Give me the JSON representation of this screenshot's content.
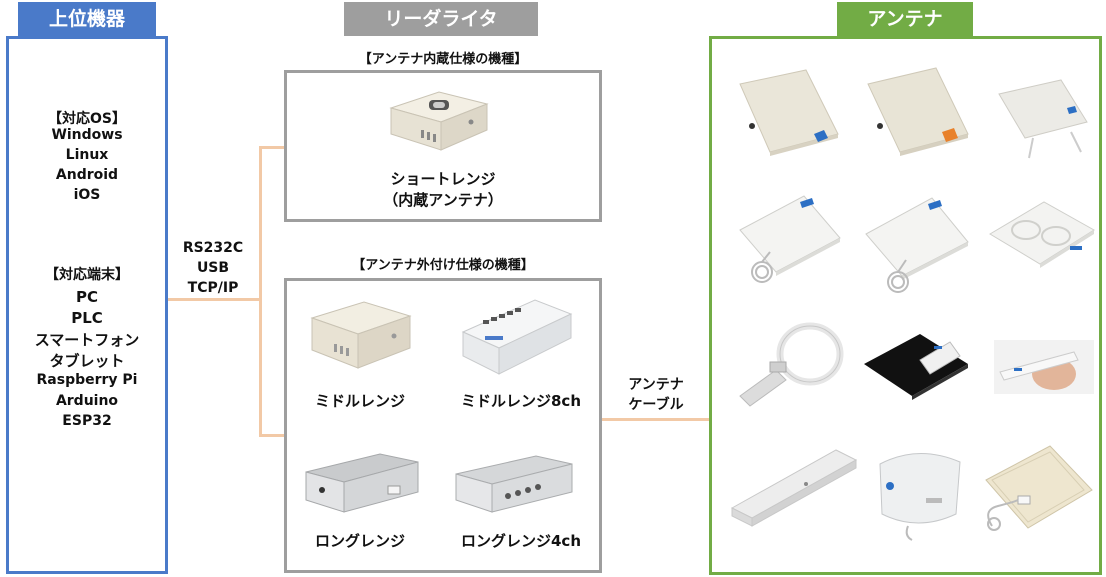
{
  "headers": {
    "host": "上位機器",
    "reader": "リーダライタ",
    "antenna": "アンテナ"
  },
  "colors": {
    "host": "#4a7ac9",
    "reader": "#9e9e9e",
    "antenna": "#72ac45",
    "connector": "#f2c9a6"
  },
  "host": {
    "os_title": "【対応OS】",
    "os_list": [
      "Windows",
      "Linux",
      "Android",
      "iOS"
    ],
    "device_title": "【対応端末】",
    "device_list": [
      "PC",
      "PLC",
      "スマートフォン",
      "タブレット",
      "Raspberry Pi",
      "Arduino",
      "ESP32"
    ]
  },
  "interface": [
    "RS232C",
    "USB",
    "TCP/IP"
  ],
  "reader": {
    "builtin_title": "【アンテナ内蔵仕様の機種】",
    "builtin_model_line1": "ショートレンジ",
    "builtin_model_line2": "（内蔵アンテナ）",
    "external_title": "【アンテナ外付け仕様の機種】",
    "external_models": [
      "ミドルレンジ",
      "ミドルレンジ8ch",
      "ロングレンジ",
      "ロングレンジ4ch"
    ]
  },
  "cable": [
    "アンテナ",
    "ケーブル"
  ],
  "antenna_icons": [
    "patch-antenna-blue-icon",
    "patch-antenna-orange-icon",
    "small-patch-antenna-icon",
    "panel-antenna-cable-icon",
    "panel-antenna-cable-2-icon",
    "dual-panel-antenna-icon",
    "loop-handheld-antenna-icon",
    "pad-handheld-antenna-icon",
    "pen-antenna-icon",
    "bar-antenna-icon",
    "round-panel-antenna-icon",
    "flat-mat-antenna-icon"
  ]
}
